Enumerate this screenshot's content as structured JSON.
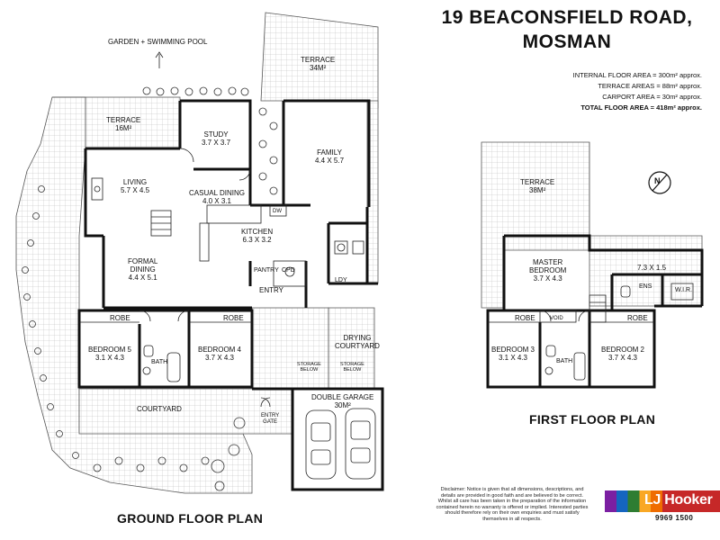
{
  "header": {
    "address_line1": "19 BEACONSFIELD ROAD,",
    "address_line2": "MOSMAN"
  },
  "areas": {
    "internal": "INTERNAL FLOOR AREA = 300m² approx.",
    "terrace": "TERRACE AREAS = 88m² approx.",
    "carport": "CARPORT AREA = 30m² approx.",
    "total": "TOTAL FLOOR AREA = 418m² approx."
  },
  "ground_floor": {
    "title": "GROUND FLOOR PLAN",
    "garden_note": "GARDEN + SWIMMING POOL",
    "rooms": {
      "terrace_small": {
        "name": "TERRACE",
        "dim": "16m²"
      },
      "terrace_large": {
        "name": "TERRACE",
        "dim": "34m²"
      },
      "study": {
        "name": "STUDY",
        "dim": "3.7 x 3.7"
      },
      "family": {
        "name": "FAMILY",
        "dim": "4.4 x 5.7"
      },
      "living": {
        "name": "LIVING",
        "dim": "5.7 x 4.5"
      },
      "casual_dining": {
        "name": "CASUAL DINING",
        "dim": "4.0 x 3.1"
      },
      "kitchen": {
        "name": "KITCHEN",
        "dim": "6.3 x 3.2"
      },
      "formal_dining": {
        "name": "FORMAL",
        "name2": "DINING",
        "dim": "4.4 x 5.1"
      },
      "pantry": {
        "name": "PANTRY"
      },
      "cpd": {
        "name": "CPD"
      },
      "ldy": {
        "name": "LDY"
      },
      "dw": {
        "name": "DW"
      },
      "entry": {
        "name": "ENTRY"
      },
      "robe_left": {
        "name": "ROBE"
      },
      "robe_right": {
        "name": "ROBE"
      },
      "bedroom5": {
        "name": "BEDROOM 5",
        "dim": "3.1 x 4.3"
      },
      "bedroom4": {
        "name": "BEDROOM 4",
        "dim": "3.7 x 4.3"
      },
      "bath": {
        "name": "BATH"
      },
      "drying_courtyard": {
        "name": "DRYING",
        "name2": "COURTYARD"
      },
      "storage1": {
        "name": "STORAGE",
        "name2": "BELOW"
      },
      "storage2": {
        "name": "STORAGE",
        "name2": "BELOW"
      },
      "double_garage": {
        "name": "DOUBLE GARAGE",
        "dim": "30m²"
      },
      "courtyard": {
        "name": "COURTYARD"
      },
      "entry_gate": {
        "name": "ENTRY",
        "name2": "GATE"
      }
    }
  },
  "first_floor": {
    "title": "FIRST FLOOR PLAN",
    "rooms": {
      "terrace": {
        "name": "TERRACE",
        "dim": "38m²"
      },
      "master": {
        "name": "MASTER",
        "name2": "BEDROOM",
        "dim": "3.7 x 4.3"
      },
      "ens_dim": {
        "dim": "7.3 x 1.5"
      },
      "ens": {
        "name": "ENS"
      },
      "wir": {
        "name": "W.I.R."
      },
      "robe_left": {
        "name": "ROBE"
      },
      "void": {
        "name": "VOID"
      },
      "robe_right": {
        "name": "ROBE"
      },
      "bedroom3": {
        "name": "BEDROOM 3",
        "dim": "3.1 x 4.3"
      },
      "bath": {
        "name": "BATH"
      },
      "bedroom2": {
        "name": "BEDROOM 2",
        "dim": "3.7 x 4.3"
      }
    }
  },
  "compass": {
    "label": "N"
  },
  "disclaimer": "Disclaimer: Notice is given that all dimensions, descriptions, and details are provided in good faith and are believed to be correct. Whilst all care has been taken in the preparation of the information contained herein no warranty is offered or implied. Interested parties should therefore rely on their own enquiries and must satisfy themselves in all respects.",
  "agency": {
    "name": "LJ Hooker",
    "phone": "9969 1500"
  }
}
